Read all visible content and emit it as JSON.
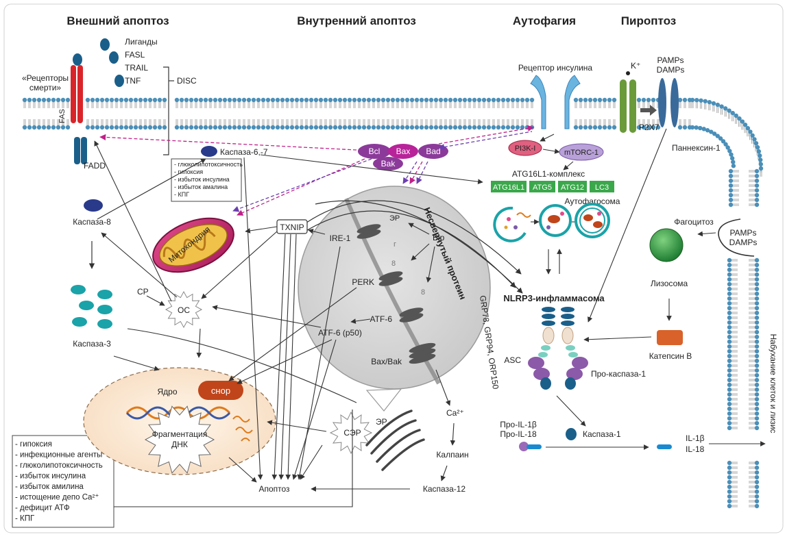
{
  "headers": {
    "extrinsic": "Внешний апоптоз",
    "intrinsic": "Внутренний апоптоз",
    "autophagy": "Аутофагия",
    "pyroptosis": "Пироптоз"
  },
  "extrinsic": {
    "ligands": "Лиганды",
    "fasl": "FASL",
    "trail": "TRAIL",
    "tnf": "TNF",
    "disc": "DISC",
    "death_receptors_1": "«Рецепторы",
    "death_receptors_2": "смерти»",
    "fas": "FAS",
    "fadd": "FADD",
    "caspase8": "Каспаза-8",
    "caspase3": "Каспаза-3",
    "caspase67": "Каспаза-6,-7"
  },
  "stress_box_small": [
    "- глюколипотоксичность",
    "- гипоксия",
    "- избыток инсулина",
    "- избыток амалина",
    "- КПГ"
  ],
  "stress_box_large": [
    "- гипоксия",
    "- инфекционные агенты",
    "- глюколипотоксичность",
    "- избыток инсулина",
    "- избыток амилина",
    "- истощение депо Ca²⁺",
    "- дефицит АТФ",
    "- КПГ"
  ],
  "mito": {
    "label": "Митохондрия",
    "bcl": "Bcl",
    "bax": "Bax",
    "bad": "Bad",
    "bak": "Bak"
  },
  "intrinsic": {
    "txnip": "TXNIP",
    "cp": "СР",
    "oc": "ОС",
    "nucleus": "Ядро",
    "chop": "снор",
    "dna_frag_1": "Фрагментация",
    "dna_frag_2": "ДНК",
    "apoptosis": "Апоптоз",
    "ire1": "IRE-1",
    "perk": "PERK",
    "atf6": "ATF-6",
    "atf6p50": "ATF-6 (p50)",
    "baxbak": "Bax/Bak",
    "er_small": "ЭР",
    "bip": "Bip",
    "unfolded": "Несвернутый протеин",
    "chaperones": "GRP78, GRP94, ORP150",
    "ser": "СЭР",
    "er_big": "ЭР",
    "ca": "Ca²⁺",
    "calpain": "Калпаин",
    "caspase12": "Каспаза-12"
  },
  "autophagy": {
    "insulin_receptor": "Рецептор инсулина",
    "pi3k": "PI3K-I",
    "mtorc1": "mTORC-1",
    "atg_complex": "ATG16L1-комплекс",
    "atg16l1": "ATG16L1",
    "atg5": "ATG5",
    "atg12": "ATG12",
    "lc3": "LC3",
    "autophagosome": "Аутофагосома"
  },
  "inflammasome": {
    "title": "NLRP3-инфламмасома",
    "asc": "ASC",
    "procasp1": "Про-каспаза-1",
    "caspase1": "Каспаза-1",
    "proil1b": "Про-IL-1β",
    "proil18": "Про-IL-18",
    "il1b": "IL-1β",
    "il18": "IL-18"
  },
  "pyroptosis": {
    "k_ion": "K⁺",
    "pamps": "PAMPs",
    "damps": "DAMPs",
    "p2x7": "P2X7",
    "pannexin": "Паннексин-1",
    "phagocytosis": "Фагоцитоз",
    "pamps2": "PAMPs",
    "damps2": "DAMPs",
    "lysosome": "Лизосома",
    "cathepsin": "Катепсин B",
    "swelling": "Набухание клеток и лизис"
  },
  "colors": {
    "membrane_head": "#4a8fb8",
    "receptor_red": "#d9252a",
    "fadd_blue": "#1a5f8a",
    "pink": "#e6007e",
    "purple_protein": "#8b3a9a",
    "green_atg": "#3aa84a",
    "er_gray": "#b8b8b8",
    "p2x7_green": "#6a9a3a"
  }
}
